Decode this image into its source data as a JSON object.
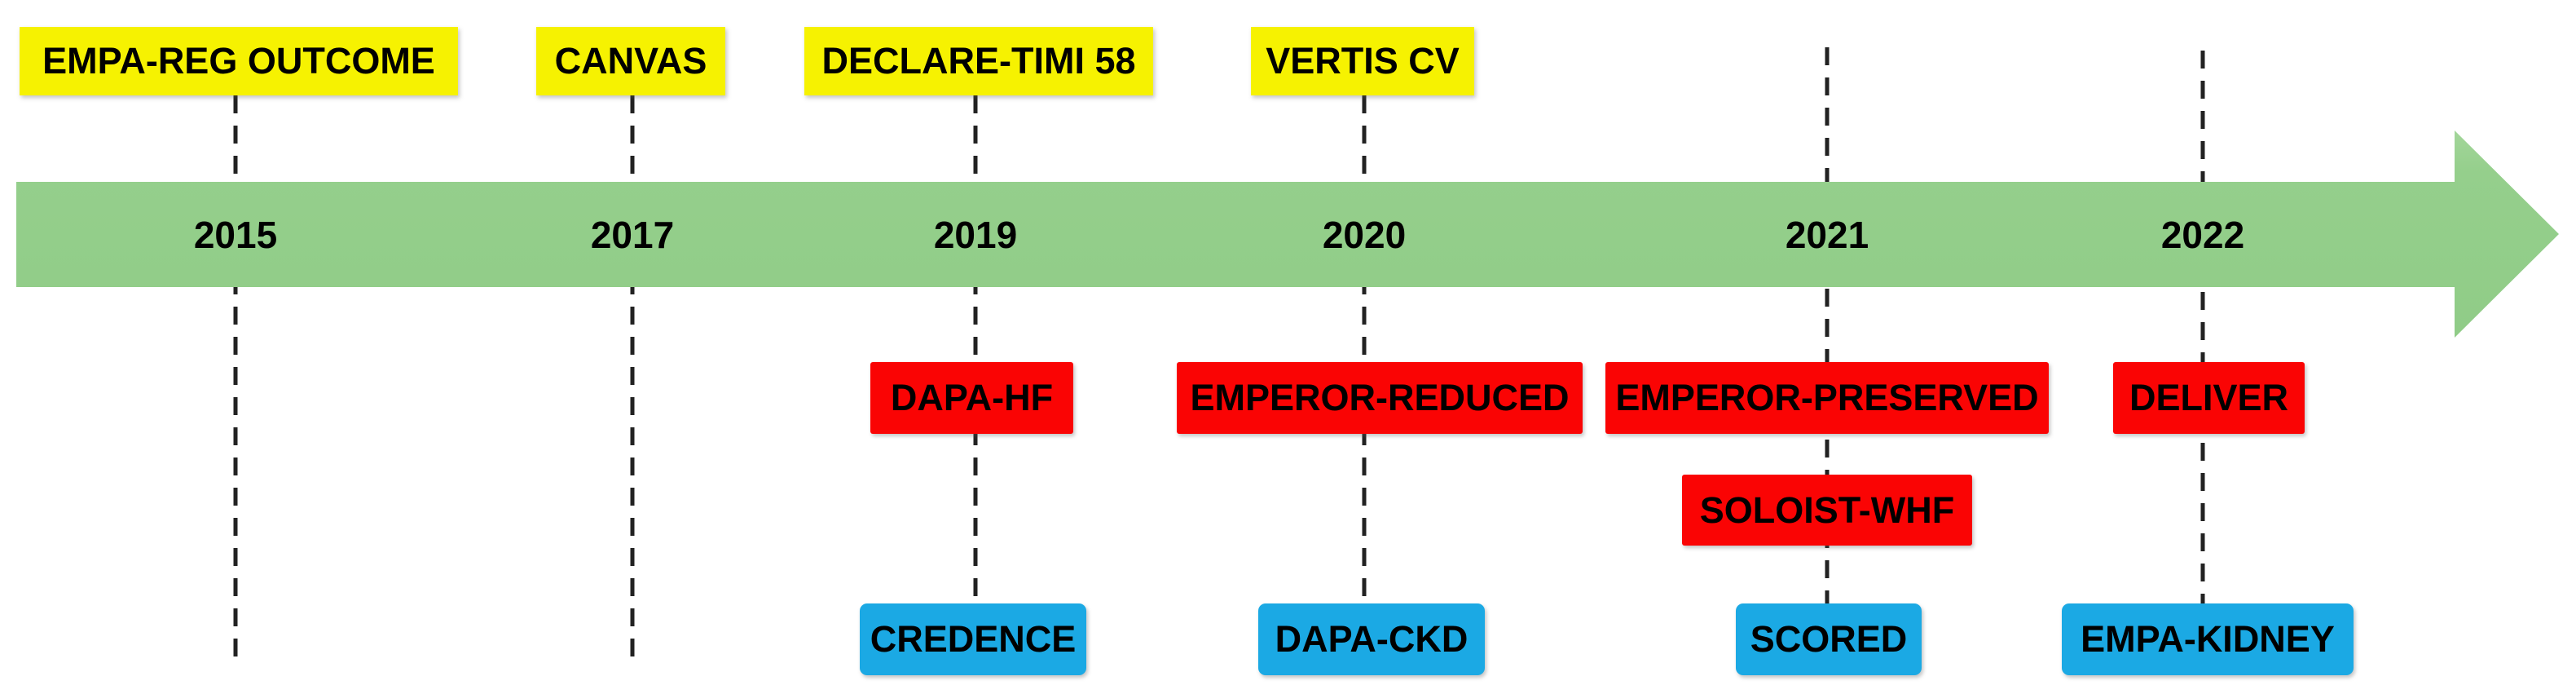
{
  "diagram_type": "timeline",
  "colors": {
    "yellow_box": "#F6F201",
    "green_arrow": "#94CF8B",
    "red_box": "#FA0404",
    "blue_box": "#1BA9E4",
    "dashed_line": "#222222",
    "text": "#000000",
    "background": "#FFFFFF"
  },
  "years": [
    {
      "label": "2015"
    },
    {
      "label": "2017"
    },
    {
      "label": "2019"
    },
    {
      "label": "2020"
    },
    {
      "label": "2021"
    },
    {
      "label": "2022"
    }
  ],
  "trials_above": [
    {
      "label": "EMPA-REG OUTCOME",
      "year": "2015",
      "color": "yellow"
    },
    {
      "label": "CANVAS",
      "year": "2017",
      "color": "yellow"
    },
    {
      "label": "DECLARE-TIMI 58",
      "year": "2019",
      "color": "yellow"
    },
    {
      "label": "VERTIS CV",
      "year": "2020",
      "color": "yellow"
    }
  ],
  "trials_below_red": [
    {
      "label": "DAPA-HF",
      "year": "2019"
    },
    {
      "label": "EMPEROR-REDUCED",
      "year": "2020"
    },
    {
      "label": "EMPEROR-PRESERVED",
      "year": "2021"
    },
    {
      "label": "DELIVER",
      "year": "2022"
    },
    {
      "label": "SOLOIST-WHF",
      "year": "2021"
    }
  ],
  "trials_below_blue": [
    {
      "label": "CREDENCE",
      "year": "2019"
    },
    {
      "label": "DAPA-CKD",
      "year": "2020"
    },
    {
      "label": "SCORED",
      "year": "2021"
    },
    {
      "label": "EMPA-KIDNEY",
      "year": "2022"
    }
  ]
}
